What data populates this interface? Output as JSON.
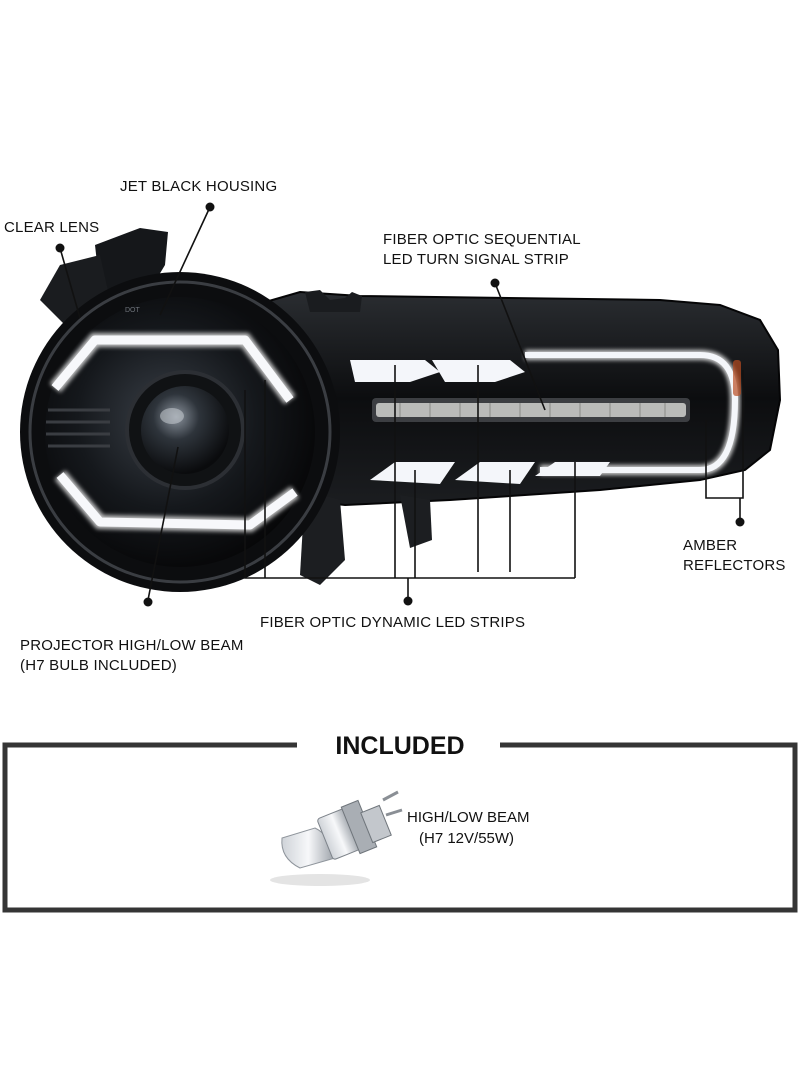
{
  "colors": {
    "housing": "#0b0b0d",
    "led": "#f2f4f8",
    "frame": "#333333",
    "leader": "#111111"
  },
  "callouts": {
    "clear_lens": "CLEAR LENS",
    "jet_black_housing": "JET BLACK HOUSING",
    "fiber_sequential_line1": "FIBER OPTIC SEQUENTIAL",
    "fiber_sequential_line2": "LED TURN SIGNAL STRIP",
    "amber_line1": "AMBER",
    "amber_line2": "REFLECTORS",
    "dynamic_strips": "FIBER OPTIC DYNAMIC LED STRIPS",
    "projector_line1": "PROJECTOR HIGH/LOW BEAM",
    "projector_line2": "(H7 BULB INCLUDED)"
  },
  "included": {
    "title": "INCLUDED",
    "bulb_line1": "HIGH/LOW BEAM",
    "bulb_line2": "(H7 12V/55W)"
  }
}
